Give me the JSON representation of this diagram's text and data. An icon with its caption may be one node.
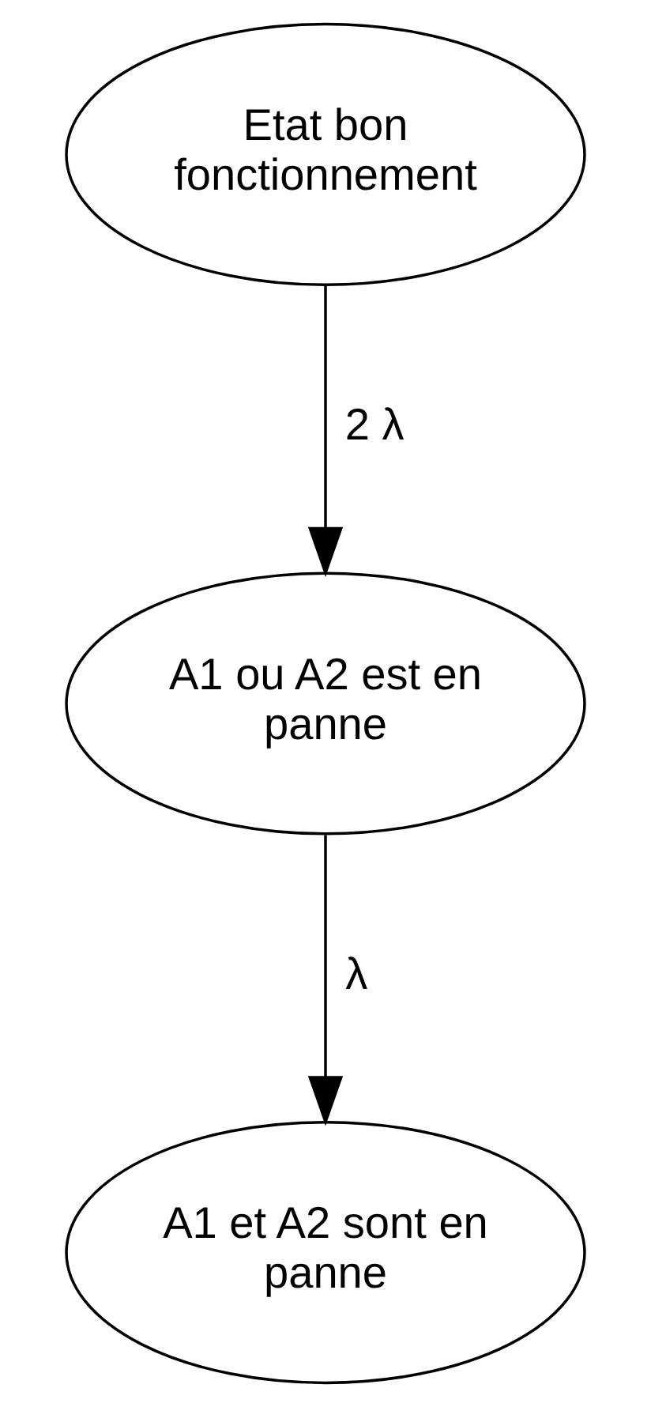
{
  "diagram": {
    "nodes": [
      {
        "text": [
          "Etat bon fonctionnement"
        ]
      },
      {
        "text": [
          "A1 ou A2 est en panne"
        ]
      },
      {
        "text": [
          "A1 et A2 sont en panne"
        ]
      }
    ],
    "edges": [
      {
        "from": 0,
        "to": 1,
        "arrow": "to",
        "label": "2 λ"
      },
      {
        "from": 1,
        "to": 2,
        "arrow": "to",
        "label": "λ"
      }
    ]
  }
}
